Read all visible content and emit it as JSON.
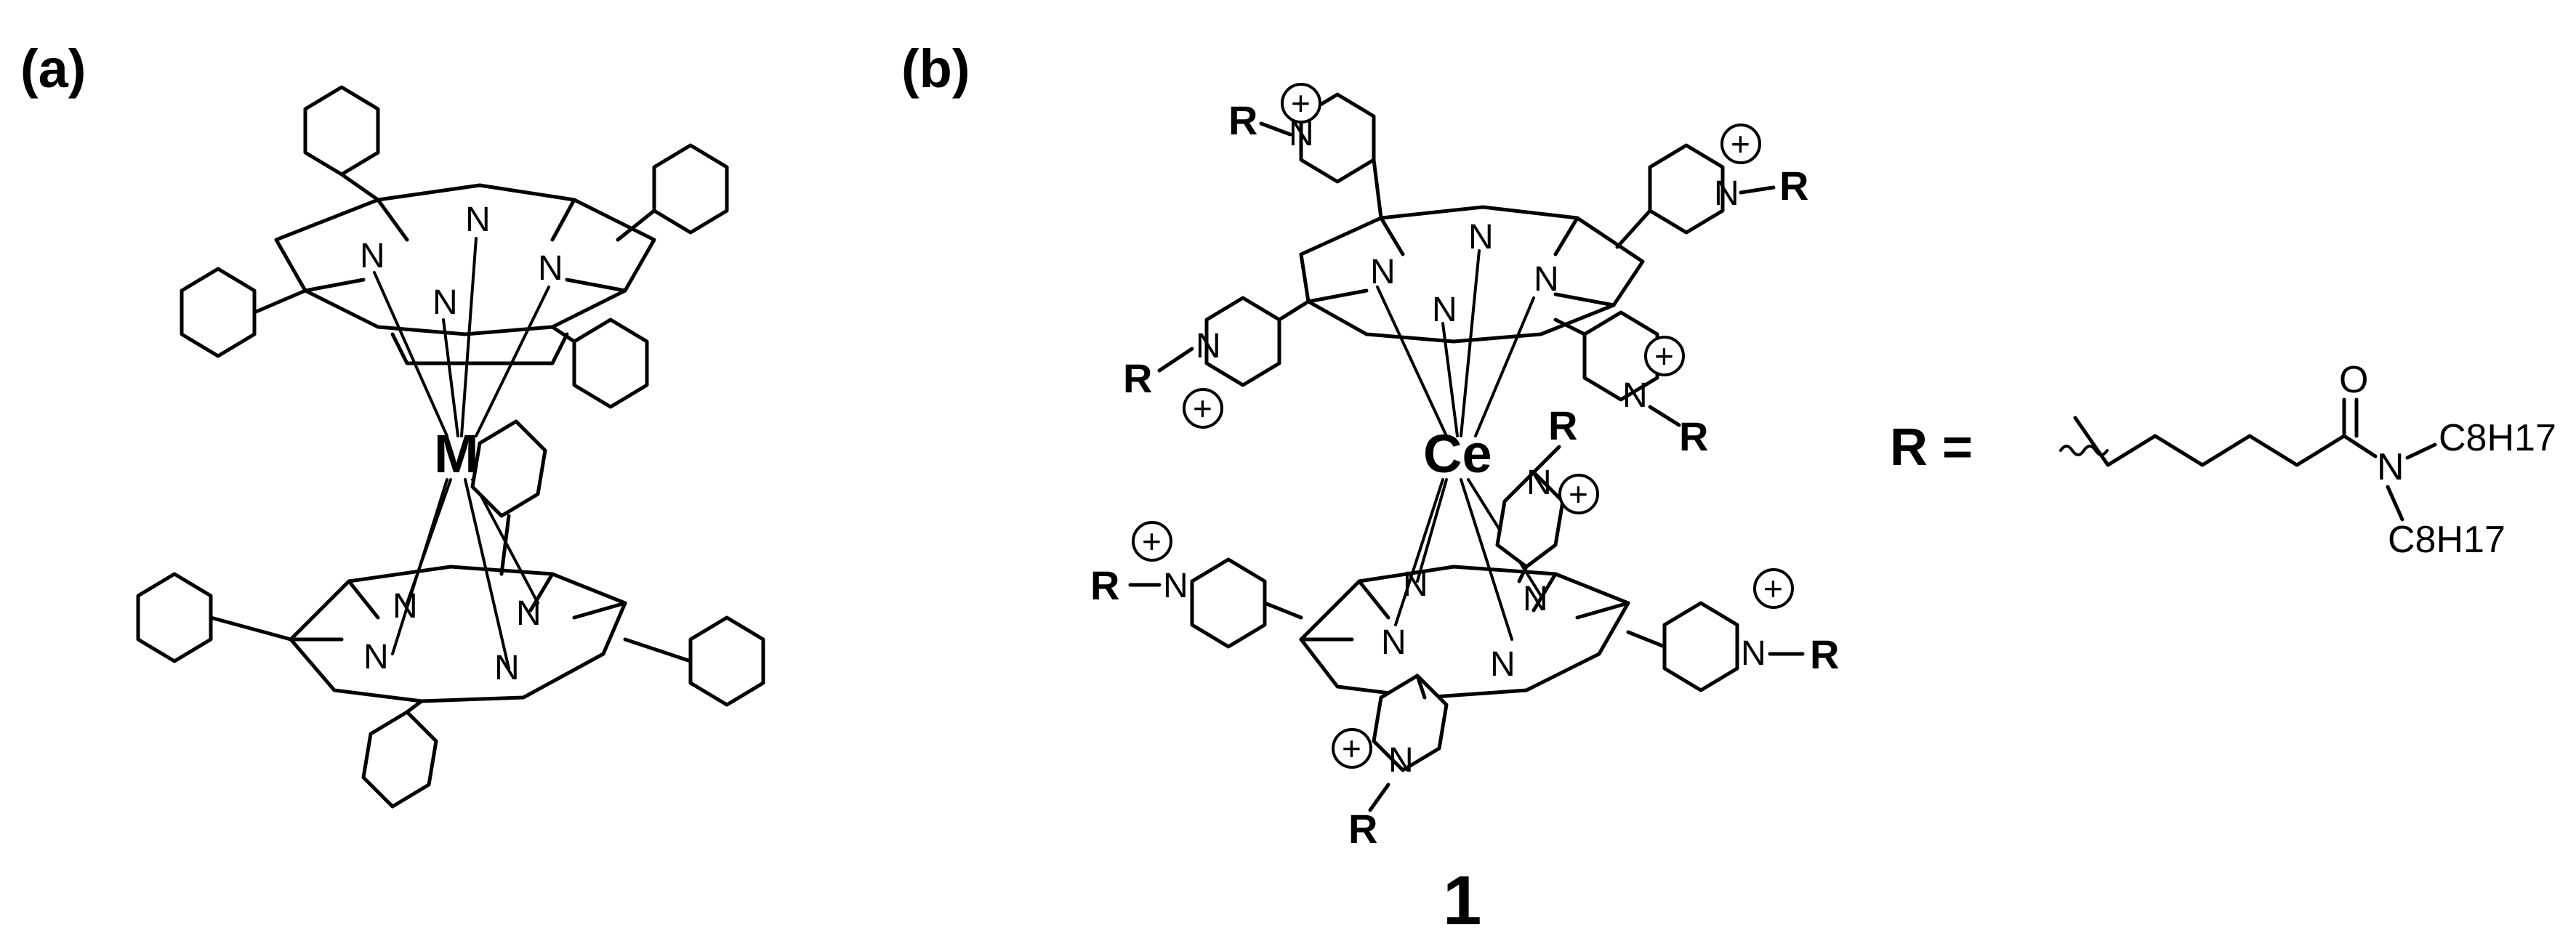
{
  "panels": {
    "a": {
      "label": "(a)",
      "metal": "M",
      "nitrogen": "N"
    },
    "b": {
      "label": "(b)",
      "metal": "Ce",
      "nitrogen": "N",
      "substituent": "R",
      "charge": "+"
    }
  },
  "r_definition": {
    "label": "R =",
    "carbonyl_oxygen": "O",
    "amide_nitrogen": "N",
    "chains": [
      "C8H17",
      "C8H17"
    ]
  },
  "compound_number": "1"
}
